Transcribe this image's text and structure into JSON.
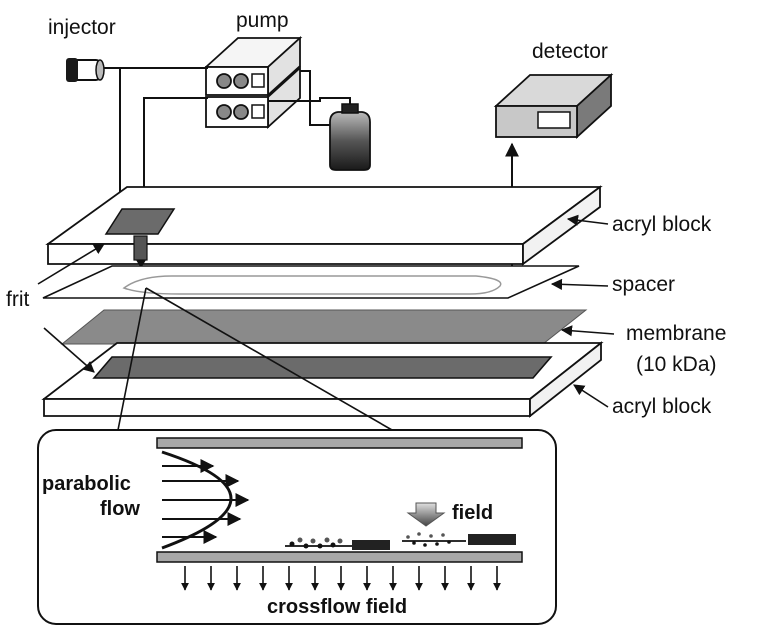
{
  "labels": {
    "injector": "injector",
    "pump": "pump",
    "detector": "detector",
    "acryl_block_top": "acryl block",
    "spacer": "spacer",
    "frit": "frit",
    "membrane": "membrane",
    "membrane_cutoff": "(10 kDa)",
    "acryl_block_bottom": "acryl block"
  },
  "inset": {
    "parabolic_line1": "parabolic",
    "parabolic_line2": "flow",
    "field": "field",
    "crossflow": "crossflow field"
  },
  "colors": {
    "line": "#111111",
    "membrane": "#8a8a8a",
    "frit": "#6b6b6b",
    "detector": "#c8c8c8",
    "channel_plate": "#a8a8a8"
  }
}
